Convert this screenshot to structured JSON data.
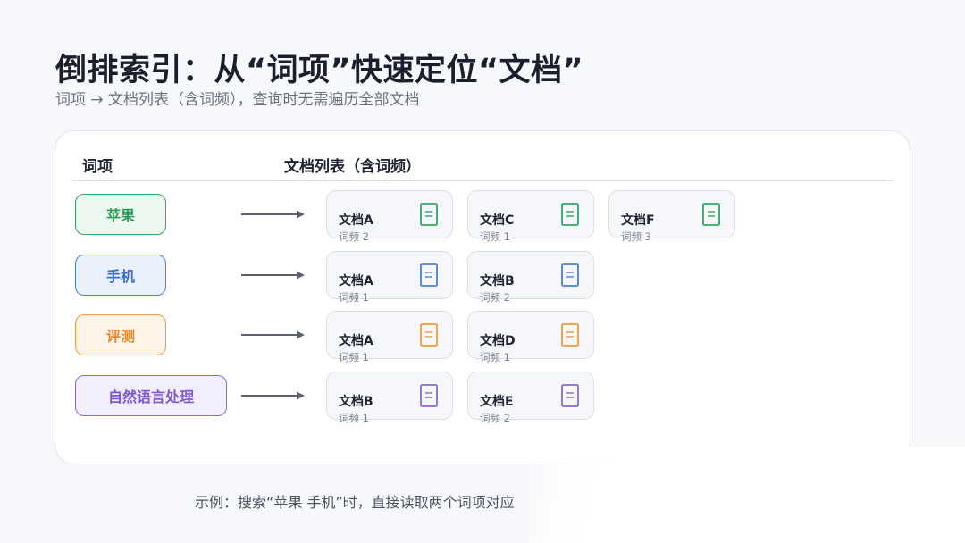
{
  "title": "倒排索引：从“词项”快速定位“文档”",
  "subtitle": "词项 → 文档列表（含词频），查询时无需遍历全部文档",
  "headers": {
    "term": "词项",
    "docs": "文档列表（含词频）"
  },
  "colors": {
    "green": "#35a660",
    "blue": "#4a7fd8",
    "orange": "#ee9a42",
    "purple": "#8c68d8"
  },
  "rows": [
    {
      "term": "苹果",
      "color": "green",
      "docs": [
        {
          "name": "文档A",
          "freq": "词频 2"
        },
        {
          "name": "文档C",
          "freq": "词频 1"
        },
        {
          "name": "文档F",
          "freq": "词频 3"
        }
      ]
    },
    {
      "term": "手机",
      "color": "blue",
      "docs": [
        {
          "name": "文档A",
          "freq": "词频 1"
        },
        {
          "name": "文档B",
          "freq": "词频 2"
        }
      ]
    },
    {
      "term": "评测",
      "color": "orange",
      "docs": [
        {
          "name": "文档A",
          "freq": "词频 1"
        },
        {
          "name": "文档D",
          "freq": "词频 1"
        }
      ]
    },
    {
      "term": "自然语言处理",
      "color": "purple",
      "docs": [
        {
          "name": "文档B",
          "freq": "词频 1"
        },
        {
          "name": "文档E",
          "freq": "词频 2"
        }
      ]
    }
  ],
  "footer": "示例：搜索“苹果 手机”时，直接读取两个词项对应"
}
